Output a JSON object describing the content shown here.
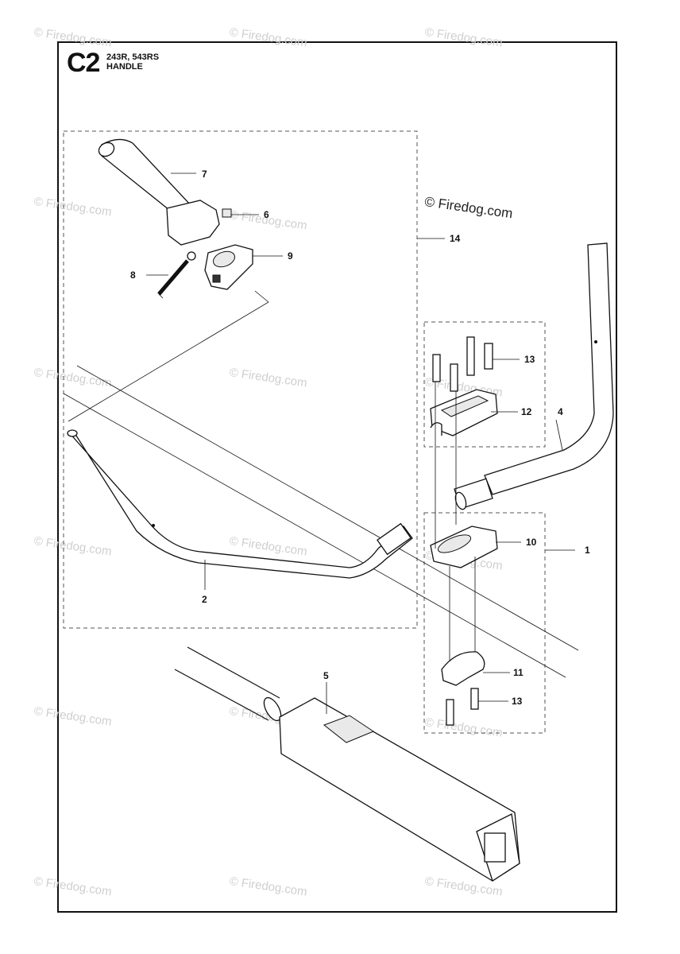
{
  "header": {
    "section_code": "C2",
    "models": "243R, 543RS",
    "title": "HANDLE"
  },
  "copyright": "© Firedog.com",
  "watermark_text": "© Firedog.com",
  "callouts": {
    "p1": "1",
    "p2": "2",
    "p4": "4",
    "p5": "5",
    "p6": "6",
    "p7": "7",
    "p8": "8",
    "p9": "9",
    "p10": "10",
    "p11": "11",
    "p12": "12",
    "p13a": "13",
    "p13b": "13",
    "p14": "14"
  },
  "colors": {
    "line": "#111111",
    "dashed_box": "#555555",
    "watermark": "#cfcfcf"
  }
}
